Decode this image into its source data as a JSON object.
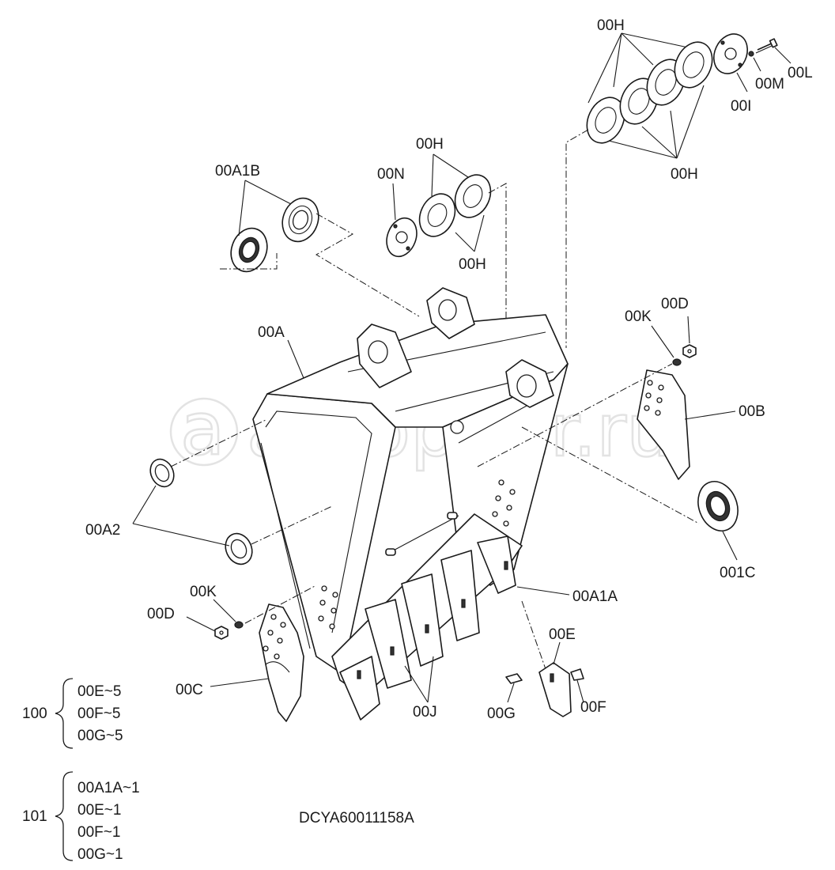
{
  "watermark": "autopiter.ru",
  "drawing_code": "DCYA60011158A",
  "callouts": {
    "h_top": "00H",
    "h_bottom_right": "00H",
    "h_mid_top": "00H",
    "h_mid_bottom": "00H",
    "l": "00L",
    "m": "00M",
    "i": "00I",
    "a1b": "00A1B",
    "n": "00N",
    "a": "00A",
    "k_right": "00K",
    "d_right": "00D",
    "b": "00B",
    "c1": "001C",
    "a2": "00A2",
    "k_left": "00K",
    "d_left": "00D",
    "a1a": "00A1A",
    "e": "00E",
    "c": "00C",
    "j": "00J",
    "g": "00G",
    "f": "00F"
  },
  "kits": [
    {
      "number": "100",
      "items": [
        "00E~5",
        "00F~5",
        "00G~5"
      ]
    },
    {
      "number": "101",
      "items": [
        "00A1A~1",
        "00E~1",
        "00F~1",
        "00G~1"
      ]
    }
  ]
}
